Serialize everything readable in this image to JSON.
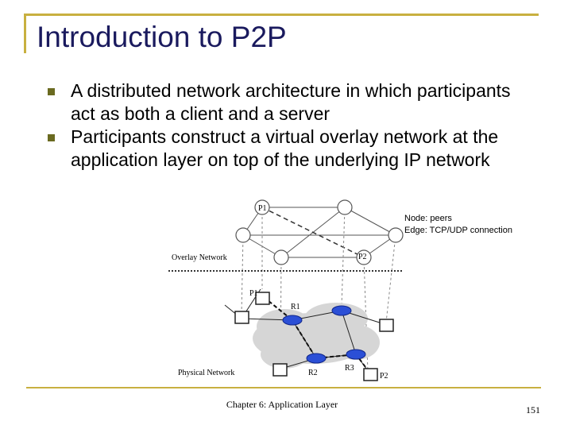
{
  "slide": {
    "title": "Introduction to P2P",
    "bullets": [
      "A distributed network architecture in which participants act as both a client and a server",
      "Participants construct a virtual overlay network at the application layer on top of the underlying IP network"
    ],
    "legend": {
      "node": "Node: peers",
      "edge": "Edge: TCP/UDP connection"
    },
    "footer": "Chapter 6: Application Layer",
    "page_number": "151"
  },
  "diagram": {
    "overlay_label": "Overlay Network",
    "physical_label": "Physical Network",
    "peer_labels": {
      "p1": "P1",
      "p2": "P2"
    },
    "router_labels": {
      "r1": "R1",
      "r2": "R2",
      "r3": "R3"
    }
  },
  "colors": {
    "accent": "#c8b040",
    "title": "#1a1a5e",
    "router": "#2b4fd6",
    "cloud": "#d4d4d4"
  }
}
